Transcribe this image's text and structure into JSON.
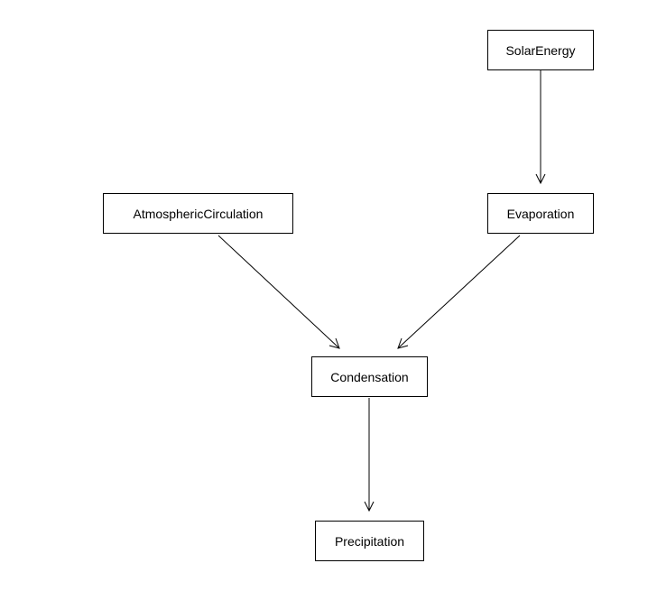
{
  "nodes": {
    "solar_energy": "SolarEnergy",
    "atmospheric_circulation": "AtmosphericCirculation",
    "evaporation": "Evaporation",
    "condensation": "Condensation",
    "precipitation": "Precipitation"
  },
  "edges": [
    {
      "from": "SolarEnergy",
      "to": "Evaporation"
    },
    {
      "from": "AtmosphericCirculation",
      "to": "Condensation"
    },
    {
      "from": "Evaporation",
      "to": "Condensation"
    },
    {
      "from": "Condensation",
      "to": "Precipitation"
    }
  ],
  "colors": {
    "stroke": "#000000",
    "background": "#ffffff"
  }
}
